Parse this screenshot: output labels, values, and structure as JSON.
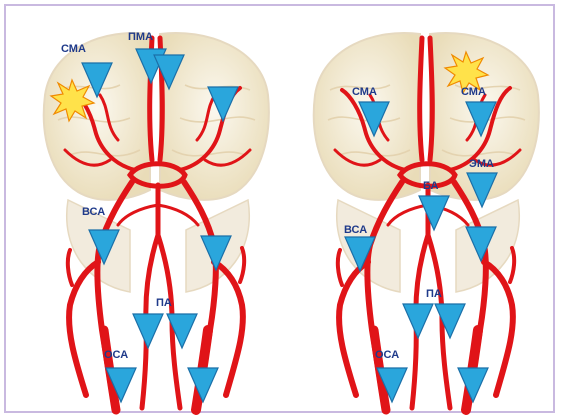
{
  "colors": {
    "artery": "#e01418",
    "brain_fill": "#f7f1e3",
    "brain_shade": "#ece0bf",
    "marker": "#2aa6dc",
    "marker_stroke": "#1b6fa8",
    "label": "#1f3a8a",
    "lesion": "#ffe24a",
    "frame": "#c9b9e0"
  },
  "panels": {
    "left": {
      "labels": {
        "mca": "СМА",
        "aca": "ПМА",
        "ica": "ВСА",
        "va": "ПА",
        "cca": "ОСА"
      }
    },
    "right": {
      "labels": {
        "mca_left": "СМА",
        "mca_right": "СМА",
        "ba": "БА",
        "eca": "ЭМА",
        "ica": "ВСА",
        "va": "ПА",
        "cca": "ОСА"
      }
    }
  },
  "icons": [
    "lesion-burst-icon",
    "stenosis-marker-icon"
  ]
}
